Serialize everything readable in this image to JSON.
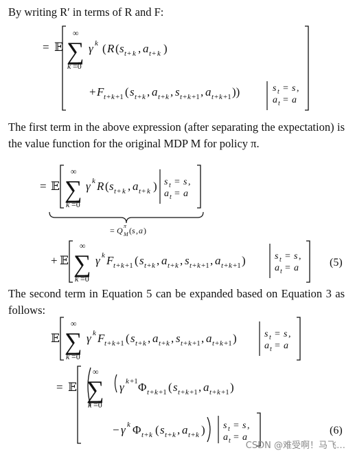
{
  "paragraph_1": "By writing R′ in terms of R and F:",
  "paragraph_2": "The first term in the above expression (after separating the expectation) is the value function for the original MDP M for policy π.",
  "paragraph_3": "The second term in Equation 5 can be expanded based on Equation 3 as follows:",
  "equation_numbers": {
    "eq5": "(5)",
    "eq6": "(6)"
  },
  "watermark": "CSDN @难受啊！马飞…"
}
